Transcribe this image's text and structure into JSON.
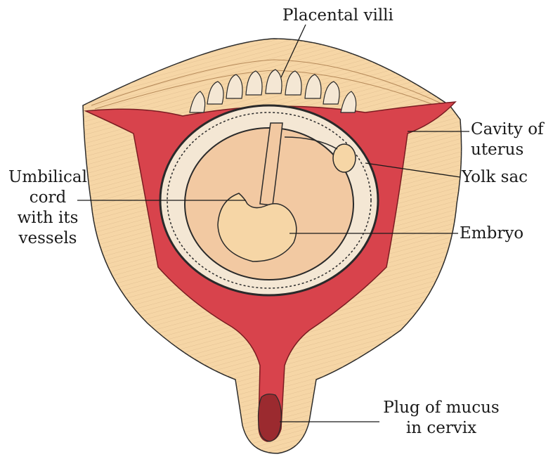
{
  "labels": {
    "placental_villi": "Placental villi",
    "cavity_of_uterus": [
      "Cavity of",
      "uterus"
    ],
    "yolk_sac": "Yolk sac",
    "umbilical_cord": [
      "Umbilical",
      "cord",
      "with its",
      "vessels"
    ],
    "embryo": "Embryo",
    "plug_of_mucus": [
      "Plug of mucus",
      "in cervix"
    ]
  },
  "colors": {
    "uterine_wall": "#f6d6a6",
    "cavity": "#d8434c",
    "embryo": "#f2c9a2",
    "outline": "#2a2a2a"
  }
}
